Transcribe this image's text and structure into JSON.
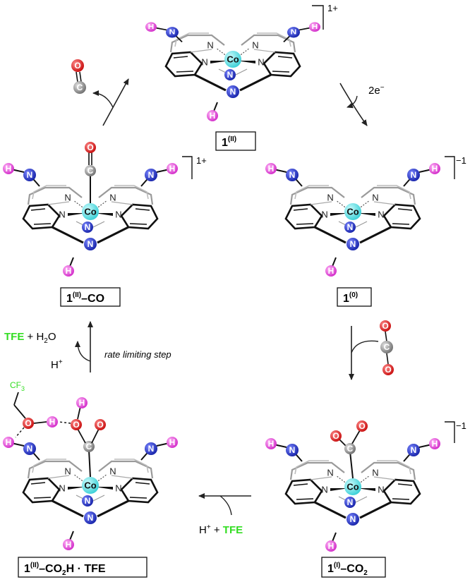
{
  "colors": {
    "tfe": "#33dd22",
    "cobalt": "#66e6ea",
    "nitrogen": "#2433c8",
    "hydrogen": "#e040d8",
    "oxygen": "#e01818",
    "carbon": "#8c8c8c"
  },
  "atoms": {
    "co": "Co",
    "n": "N",
    "h": "H",
    "o": "O",
    "c": "C"
  },
  "complexes": {
    "c1": {
      "label_main": "1",
      "label_sup": "(II)",
      "label_tail": "",
      "charge": "1+"
    },
    "c2": {
      "label_main": "1",
      "label_sup": "(0)",
      "label_tail": "",
      "charge": "−1"
    },
    "c3": {
      "label_main": "1",
      "label_sup": "(I)",
      "label_tail": "–CO",
      "label_sub": "2",
      "charge": "−1"
    },
    "c4": {
      "label_main": "1",
      "label_sup": "(II)",
      "label_tail": "–CO",
      "label_sub": "2",
      "label_tail2": "H · TFE"
    },
    "c5": {
      "label_main": "1",
      "label_sup": "(II)",
      "label_tail": "–CO",
      "charge": "1+"
    }
  },
  "steps": {
    "electrons": "2e",
    "electrons_sup": "−",
    "tfe": "TFE",
    "plus_h2o": " + H",
    "h2o_sub": "2",
    "h2o_o": "O",
    "h_plus": "H",
    "h_plus_sup": "+",
    "h_plus_plus": " + ",
    "rate_limiting": "rate limiting step",
    "cf3": "CF",
    "cf3_sub": "3"
  }
}
